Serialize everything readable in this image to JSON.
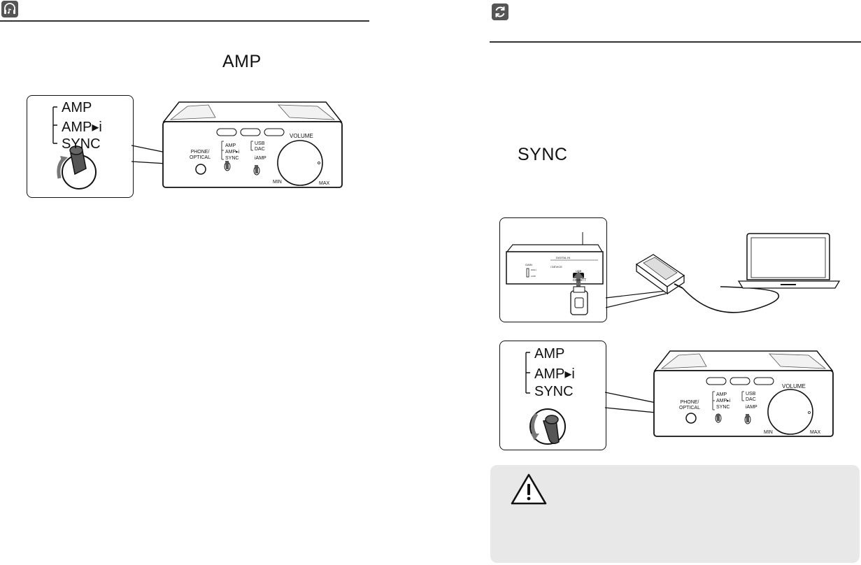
{
  "left": {
    "heading_icon": "headphones-icon",
    "mode_label": "AMP",
    "switch_positions": [
      "AMP",
      "AMP▸i",
      "SYNC"
    ],
    "panel": {
      "phone_label": "PHONE/",
      "optical_label": "OPTICAL",
      "amp_label": "AMP",
      "ampi_label": "AMP▸i",
      "sync_label": "SYNC",
      "usb_label": "USB",
      "dac_label": "DAC",
      "iamp_label": "iAMP",
      "volume_label": "VOLUME",
      "min_label": "MIN",
      "max_label": "MAX"
    }
  },
  "right": {
    "heading_icon": "sync-icon",
    "mode_label": "SYNC",
    "switch_positions": [
      "AMP",
      "AMP▸i",
      "SYNC"
    ],
    "rear_panel": {
      "digital_in_label": "DIGITAL IN",
      "idevice_label": "i DEVICE",
      "usb_label": "USB",
      "gain_label": "GAIN",
      "high_label": "HIGH",
      "low_label": "LOW",
      "brand_label": "cosmiTT"
    },
    "panel": {
      "phone_label": "PHONE/",
      "optical_label": "OPTICAL",
      "amp_label": "AMP",
      "ampi_label": "AMP▸i",
      "sync_label": "SYNC",
      "usb_label": "USB",
      "dac_label": "DAC",
      "iamp_label": "iAMP",
      "volume_label": "VOLUME",
      "min_label": "MIN",
      "max_label": "MAX"
    },
    "warning_icon": "warning-triangle-icon"
  }
}
